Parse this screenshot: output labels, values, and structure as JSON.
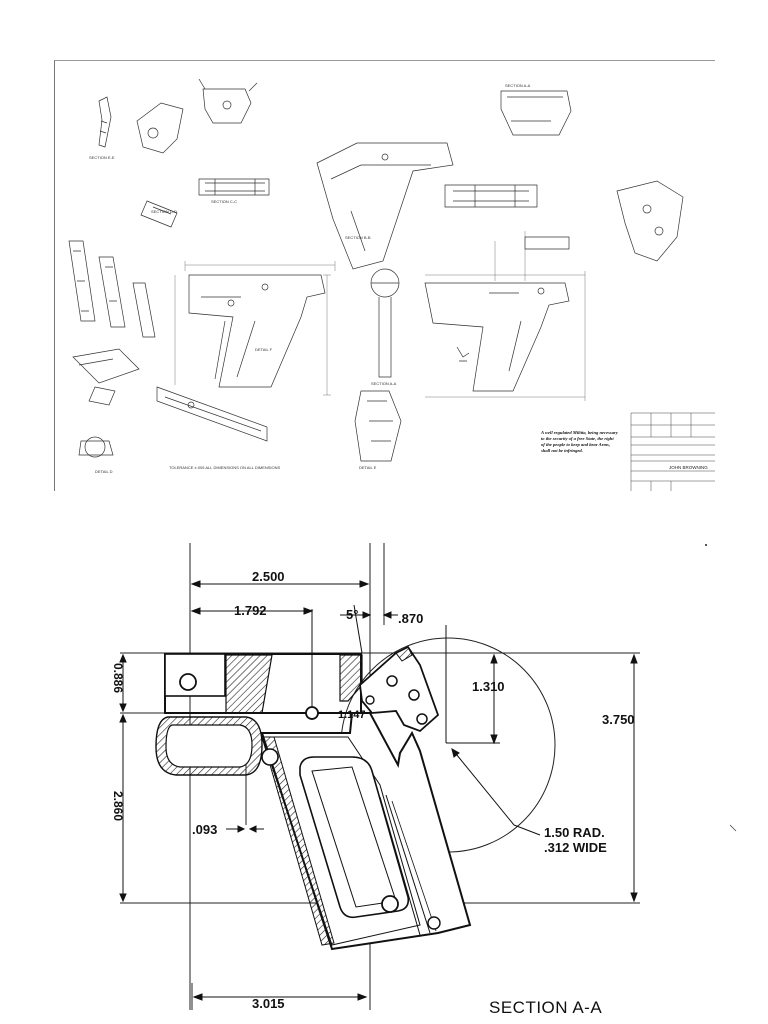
{
  "sheet": {
    "note_lines": [
      "A well regulated Militia, being necessary",
      "to the security of a free State, the right",
      "of the people to keep and bear Arms,",
      "shall not be infringed."
    ],
    "title_block": {
      "rows": [
        "",
        "",
        "",
        "JOHN BROWNING",
        "",
        ""
      ]
    },
    "labels": {
      "section_e": "SECTION E-E",
      "section_d": "SECTION D-D",
      "section_c": "SECTION C-C",
      "section_b": "SECTION B-B",
      "section_a_small": "SECTION A-A",
      "section_a_top": "SECTION A-A",
      "detail_d": "DETAIL D",
      "detail_e": "DETAIL E",
      "detail_f": "DETAIL F",
      "tolerance": "TOLERANCE ±.005 ALL DIMENSIONS ON ALL DIMENSIONS"
    }
  },
  "detail": {
    "dims": {
      "d2500": "2.500",
      "d1792": "1.792",
      "d5": "5°",
      "d870": ".870",
      "d1310": "1.310",
      "d3750": "3.750",
      "d0886": "0.886",
      "d1147": "1.147",
      "d2860": "2.860",
      "d093": ".093",
      "d3015": "3.015",
      "rad": "1.50 RAD.",
      "wide": ".312 WIDE"
    },
    "section_label": "SECTION A-A"
  }
}
